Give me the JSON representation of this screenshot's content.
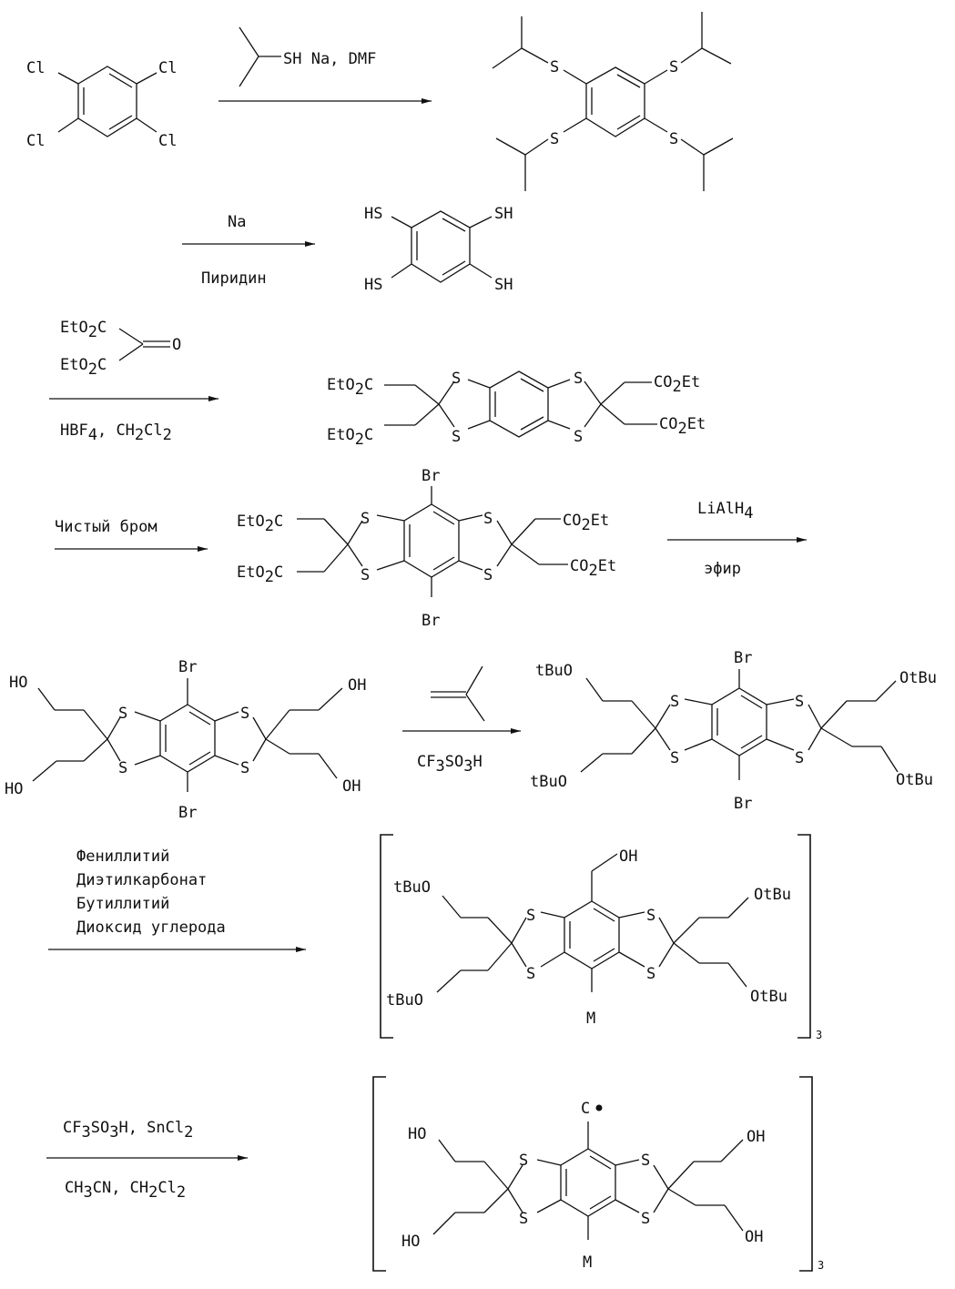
{
  "labels": {
    "cl": "Cl",
    "s": "S",
    "sh": "SH",
    "hs": "HS",
    "o": "O",
    "br": "Br",
    "ho": "HO",
    "oh": "OH",
    "tbuo": "tBuO",
    "otbu": "OtBu",
    "m": "M",
    "c": "C",
    "eto": "EtO",
    "co": "CO",
    "et": "Et",
    "c_atom": "C",
    "sub2": "2",
    "sub3": "3"
  },
  "steps": [
    {
      "above": [
        "SH  Na, DMF"
      ],
      "below": []
    },
    {
      "above": [
        "Na"
      ],
      "below": [
        "Пиридин"
      ]
    },
    {
      "above": [],
      "below": [
        "HBF",
        "4",
        ",  CH",
        "2",
        "Cl",
        "2"
      ]
    },
    {
      "above": [
        "Чистый бром"
      ],
      "below": []
    },
    {
      "above": [
        "LiAlH",
        "4"
      ],
      "below": [
        "эфир"
      ]
    },
    {
      "above": [],
      "below": [
        "CF",
        "3",
        "SO",
        "3",
        "H"
      ]
    },
    {
      "above": [
        "Фениллитий",
        "Диэтилкарбонат",
        "Бутиллитий",
        "Диоксид углерода"
      ],
      "below": []
    },
    {
      "above": [
        "CF",
        "3",
        "SO",
        "3",
        "H,  SnCl",
        "2"
      ],
      "below": [
        "CH",
        "3",
        "CN,  CH",
        "2",
        "Cl",
        "2"
      ]
    }
  ]
}
